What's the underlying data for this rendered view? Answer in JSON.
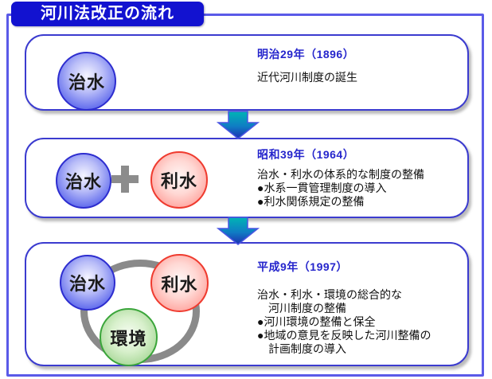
{
  "title": "河川法改正の流れ",
  "stages": [
    {
      "era": "明治29年（1896）",
      "lines": [
        "近代河川制度の誕生"
      ],
      "circles": [
        {
          "label": "治水",
          "color": "#4550e4"
        }
      ]
    },
    {
      "era": "昭和39年（1964）",
      "lines": [
        "治水・利水の体系的な制度の整備",
        "●水系一貫管理制度の導入",
        "●利水関係規定の整備"
      ],
      "circles": [
        {
          "label": "治水",
          "color": "#4550e4"
        },
        {
          "label": "利水",
          "color": "#ff938c"
        }
      ]
    },
    {
      "era": "平成9年（1997）",
      "lines": [
        "治水・利水・環境の総合的な",
        "　河川制度の整備",
        "●河川環境の整備と保全",
        "●地域の意見を反映した河川整備の",
        "　計画制度の導入"
      ],
      "circles": [
        {
          "label": "治水",
          "color": "#4550e4"
        },
        {
          "label": "利水",
          "color": "#ff938c"
        },
        {
          "label": "環境",
          "color": "#95cf86"
        }
      ]
    }
  ],
  "colors": {
    "title_bg": "#1212d0",
    "frame_border": "#5a5ae8",
    "box_border": "#3b3bcf",
    "era_text": "#2525cc",
    "body_text": "#111111",
    "ring_gray": "#8a8a8a",
    "plus_gray": "#8c8c8c",
    "arrow_top": "#00b4b4",
    "arrow_bottom": "#1c2fb0"
  }
}
